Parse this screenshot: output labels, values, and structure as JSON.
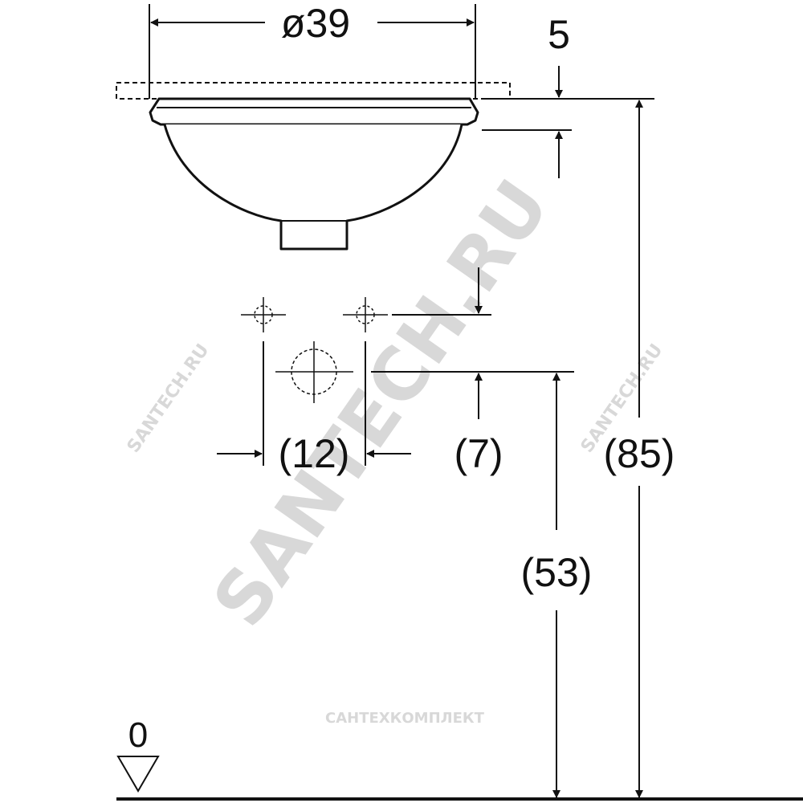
{
  "drawing": {
    "dimensions": {
      "diameter": "ø39",
      "rim": "5",
      "tap_spacing": "(12)",
      "tap_offset": "(7)",
      "tap_height": "(53)",
      "total_height": "(85)"
    },
    "floor_level": "0"
  },
  "watermarks": {
    "main": "SANTECH.RU",
    "side_left": "SANTECH.RU",
    "side_right": "SANTECH.RU",
    "footer": "САНТЕХКОМПЛЕКТ"
  },
  "colors": {
    "line": "#111111",
    "watermark": "#d8d8d8"
  }
}
